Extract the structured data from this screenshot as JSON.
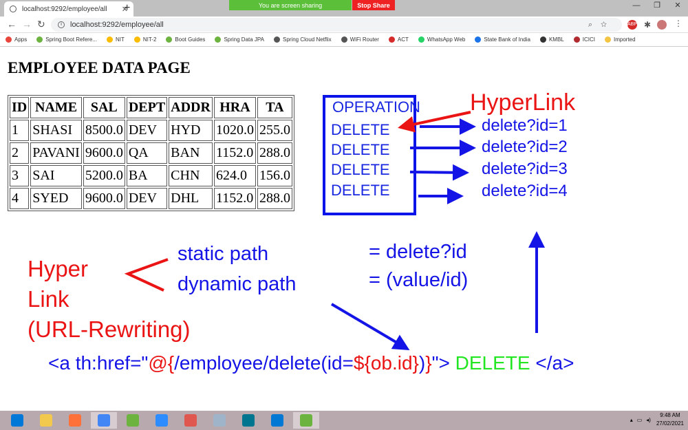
{
  "browser": {
    "tab_title": "localhost:9292/employee/all",
    "tab_close": "✕",
    "new_tab": "+",
    "url": "localhost:9292/employee/all",
    "sharing_text": "You are screen sharing",
    "stop_share": "Stop Share",
    "window_controls": [
      "—",
      "❐",
      "✕"
    ],
    "bookmarks": [
      {
        "label": "Apps",
        "icon": "apps-grid-icon",
        "color": "#e8453c"
      },
      {
        "label": "Spring Boot Refere...",
        "icon": "spring-icon",
        "color": "#6db33f"
      },
      {
        "label": "NIT",
        "icon": "drive-icon",
        "color": "#fbbc04"
      },
      {
        "label": "NIT-2",
        "icon": "drive-icon",
        "color": "#fbbc04"
      },
      {
        "label": "Boot Guides",
        "icon": "spring-icon",
        "color": "#6db33f"
      },
      {
        "label": "Spring Data JPA",
        "icon": "spring-icon",
        "color": "#6db33f"
      },
      {
        "label": "Spring Cloud Netflix",
        "icon": "globe-icon",
        "color": "#555555"
      },
      {
        "label": "WiFi Router",
        "icon": "globe-icon",
        "color": "#555555"
      },
      {
        "label": "ACT",
        "icon": "act-icon",
        "color": "#d62b2b"
      },
      {
        "label": "WhatsApp Web",
        "icon": "whatsapp-icon",
        "color": "#25d366"
      },
      {
        "label": "State Bank of India",
        "icon": "sbi-icon",
        "color": "#1a73e8"
      },
      {
        "label": "KMBL",
        "icon": "kmbl-icon",
        "color": "#333333"
      },
      {
        "label": "ICICI",
        "icon": "icici-icon",
        "color": "#b02a30"
      },
      {
        "label": "Imported",
        "icon": "folder-icon",
        "color": "#f4c542"
      }
    ]
  },
  "page": {
    "title": "EMPLOYEE DATA PAGE",
    "table": {
      "headers": [
        "ID",
        "NAME",
        "SAL",
        "DEPT",
        "ADDR",
        "HRA",
        "TA"
      ],
      "rows": [
        [
          "1",
          "SHASI",
          "8500.0",
          "DEV",
          "HYD",
          "1020.0",
          "255.0"
        ],
        [
          "2",
          "PAVANI",
          "9600.0",
          "QA",
          "BAN",
          "1152.0",
          "288.0"
        ],
        [
          "3",
          "SAI",
          "5200.0",
          "BA",
          "CHN",
          "624.0",
          "156.0"
        ],
        [
          "4",
          "SYED",
          "9600.0",
          "DEV",
          "DHL",
          "1152.0",
          "288.0"
        ]
      ]
    },
    "operation_header": "OPERATION",
    "delete_links": [
      "DELETE",
      "DELETE",
      "DELETE",
      "DELETE"
    ]
  },
  "annotations": {
    "hyperlink_label": "HyperLink",
    "urls": [
      "delete?id=1",
      "delete?id=2",
      "delete?id=3",
      "delete?id=4"
    ],
    "hyper_link_lines": [
      "Hyper",
      "Link",
      "(URL-Rewriting)"
    ],
    "static_path": "static path",
    "dynamic_path": "dynamic path",
    "eq_static": "= delete?id",
    "eq_dynamic": "= (value/id)",
    "code": {
      "open": "<a th:href=\"",
      "at_brace": "@{",
      "path": "/employee/delete(id=",
      "expr": "${ob.id}",
      "close_paren": ")",
      "close_brace": "}",
      "end_quote": "\">",
      "link_text": " DELETE ",
      "end_tag": "</a>"
    },
    "colors": {
      "blue": "#1414e6",
      "red": "#ea1414",
      "green": "#22e622"
    }
  },
  "taskbar": {
    "time": "9:48 AM",
    "date": "27/02/2021",
    "apps": [
      "windows-start-icon",
      "file-explorer-icon",
      "firefox-icon",
      "chrome-icon",
      "spring-tool-icon",
      "zoom-icon",
      "paint-icon",
      "search-doc-icon",
      "mysql-icon",
      "vscode-icon",
      "spring-tool-icon"
    ]
  }
}
